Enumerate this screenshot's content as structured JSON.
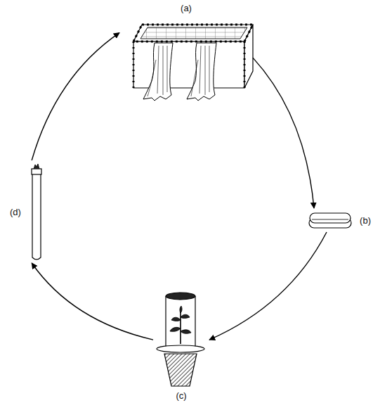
{
  "diagram": {
    "nodes": [
      {
        "text": [
          "(a)"
        ]
      },
      {
        "text": [
          "(b)"
        ]
      },
      {
        "text": [
          "(c)"
        ]
      },
      {
        "text": [
          "(d)"
        ]
      }
    ],
    "edges": [
      {
        "from": 0,
        "to": 1,
        "arrow": "to"
      },
      {
        "from": 1,
        "to": 2,
        "arrow": "to"
      },
      {
        "from": 2,
        "to": 3,
        "arrow": "to"
      },
      {
        "from": 3,
        "to": 0,
        "arrow": "to"
      }
    ]
  }
}
